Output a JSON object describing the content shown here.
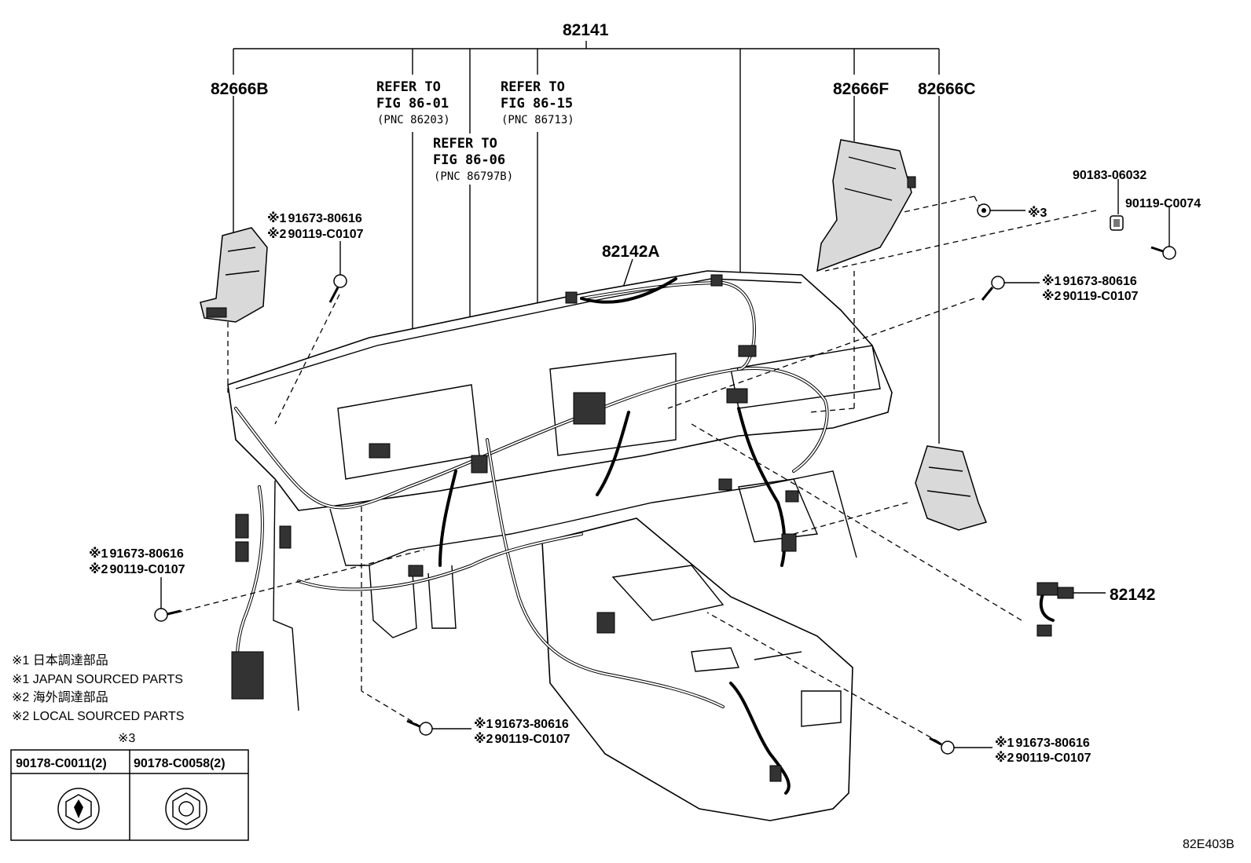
{
  "labels": {
    "p82141": "82141",
    "p82666b": "82666B",
    "p82666f": "82666F",
    "p82666c": "82666C",
    "p82142a": "82142A",
    "p82142": "82142",
    "p90183": "90183-06032",
    "p90119_0074": "90119-C0074",
    "ref1": {
      "l1": "REFER TO",
      "l2": "FIG 86-01",
      "l3": "(PNC 86203)"
    },
    "ref2": {
      "l1": "REFER TO",
      "l2": "FIG 86-15",
      "l3": "(PNC 86713)"
    },
    "ref3": {
      "l1": "REFER TO",
      "l2": "FIG 86-06",
      "l3": "(PNC 86797B)"
    },
    "mark1": "※1",
    "mark2": "※2",
    "mark3": "※3",
    "bolt_a": "91673-80616",
    "bolt_b": "90119-C0107",
    "figure_id": "82E403B"
  },
  "notes": [
    "※1 日本調達部品",
    "※1 JAPAN SOURCED PARTS",
    "※2 海外調達部品",
    "※2 LOCAL SOURCED PARTS"
  ],
  "nut_table": {
    "title": "※3",
    "cells": [
      "90178-C0011(2)",
      "90178-C0058(2)"
    ]
  }
}
